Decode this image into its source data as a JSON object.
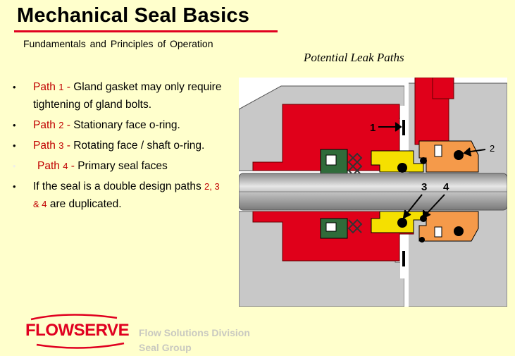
{
  "header": {
    "title": "Mechanical Seal Basics",
    "subtitle": "Fundamentals and Principles of Operation"
  },
  "diagram": {
    "title": "Potential Leak Paths",
    "labels": [
      "1",
      "2",
      "3",
      "4"
    ]
  },
  "bullets": [
    {
      "lead": "Path",
      "num": "1",
      "sep": " - ",
      "text": "Gland gasket may only require tightening of gland bolts."
    },
    {
      "lead": "Path",
      "num": "2",
      "sep": " - ",
      "text": "Stationary face o-ring."
    },
    {
      "lead": "Path",
      "num": "3",
      "sep": " - ",
      "text": "Rotating face / shaft o-ring."
    },
    {
      "lead": "Path",
      "num": "4",
      "sep": " - ",
      "text": "Primary seal faces"
    },
    {
      "pre": "If the seal is a double design paths ",
      "nums": "2, 3 & 4",
      "post": " are duplicated."
    }
  ],
  "footer": {
    "brand": "FLOWSERVE",
    "division_line1": "Flow Solutions Division",
    "division_line2": "Seal Group"
  },
  "colors": {
    "background": "#ffffcc",
    "accent_red": "#e00020",
    "seal_red": "#e0001a",
    "gland_gray": "#c8c8c8",
    "shaft_gray": "#a8a8a8",
    "face_yellow": "#f5e000",
    "carrier_orange": "#f59a4a",
    "spring_green": "#2f6b3a"
  }
}
